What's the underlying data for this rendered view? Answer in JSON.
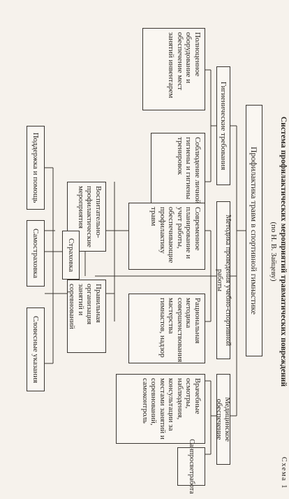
{
  "header": {
    "scheme_label": "Схема 1",
    "title": "Система профилактических мероприятий травматических повреждений",
    "subtitle": "(по Н. В. Зайцеву)"
  },
  "root": {
    "label": "Профилактика травм в спортивной гимнастике"
  },
  "branches": {
    "hygiene": {
      "label": "Гигиенические требования",
      "items": [
        "Полноценное оборудование и обеспечение мест занятий инвентарем",
        "Соблюдение личной гигиены и гигиены тренировок"
      ]
    },
    "method": {
      "label": "Методика проведения учебно-спортивной работы",
      "items": [
        "Современное планирование и учет работы, обеспечивающие профилактику травм",
        "Рациональная методика совершенствования мастерства гимнастов, надзор"
      ]
    },
    "medical": {
      "label": "Медицинское обеспечение",
      "items": [
        "Врачебные осмотры, наблюдения, консультации за местами занятий и соревнований, самоконтроль",
        "Санпросветработа"
      ]
    }
  },
  "lower": {
    "educational": "Воспитательно-профилактические мероприятия",
    "organization": "Правильная организация занятий и соревнований",
    "insurance": {
      "label": "Страховка",
      "items": [
        "Поддержка и помощь",
        "Самостраховка",
        "Словесные указания"
      ]
    }
  }
}
